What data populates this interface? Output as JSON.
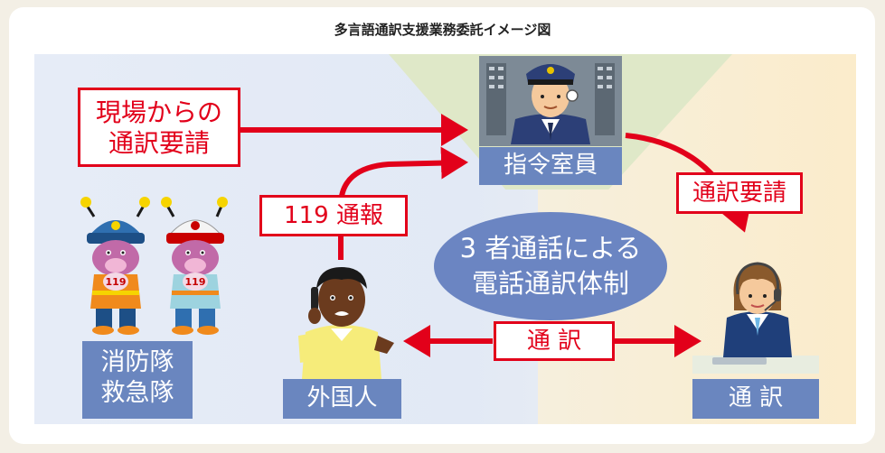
{
  "title": "多言語通訳支援業務委託イメージ図",
  "labels": {
    "scene_request_line1": "現場からの",
    "scene_request_line2": "通訳要請",
    "dispatcher": "指令室員",
    "interp_request": "通訳要請",
    "call_119": "119 通報",
    "three_way_line1": "3 者通話による",
    "three_way_line2": "電話通訳体制",
    "fire_team_line1": "消防隊",
    "fire_team_line2": "救急隊",
    "foreigner": "外国人",
    "interpret_arrow": "通 訳",
    "interpreter": "通 訳"
  },
  "mascot_badges": [
    "119",
    "119"
  ],
  "colors": {
    "red": "#e2001a",
    "blue_box": "#6a86bf",
    "ellipse": "#6b85c2",
    "zone_left": "#e4eaf6",
    "zone_right": "#fbeccb",
    "zone_top": "#dfe8c8"
  },
  "icons": [
    "dispatcher-figure",
    "fire-mascot-icon",
    "rescue-mascot-icon",
    "foreigner-figure",
    "interpreter-figure"
  ]
}
